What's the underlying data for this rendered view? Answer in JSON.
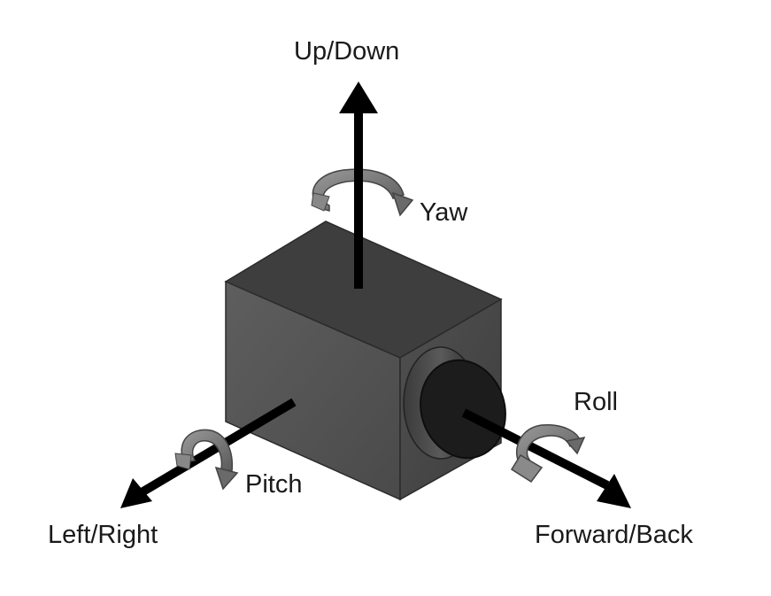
{
  "diagram": {
    "labels": {
      "up_down": "Up/Down",
      "yaw": "Yaw",
      "roll": "Roll",
      "pitch": "Pitch",
      "left_right": "Left/Right",
      "forward_back": "Forward/Back"
    },
    "colors": {
      "background": "#ffffff",
      "arrow": "#000000",
      "box_top": "#404040",
      "box_front": "#5c5c5c",
      "box_side": "#4c4c4c",
      "box_edge": "#2a2a2a",
      "cylinder": "#1c1c1c",
      "rotation_arrow": "#777777",
      "text": "#1a1a1a"
    }
  }
}
